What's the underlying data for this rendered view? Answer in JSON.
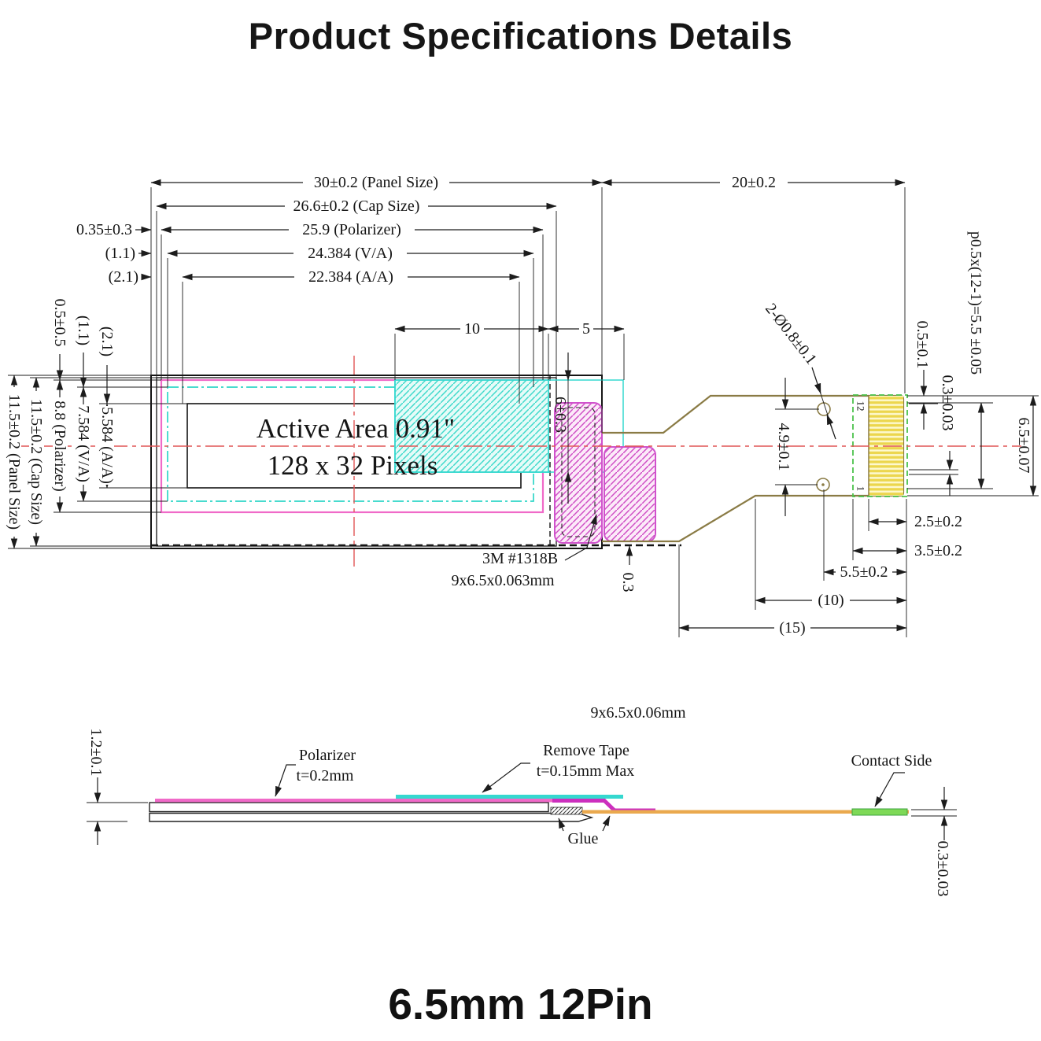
{
  "title": "Product Specifications Details",
  "footer": "6.5mm 12Pin",
  "colors": {
    "polarizer_pink": "#f06ac8",
    "tape_cyan": "#35d8cf",
    "tape_magenta": "#cf4ec5",
    "pin_yellow": "#ecd64d",
    "connector_green": "#4bc24b",
    "fpc_outline": "#8a7b45",
    "fpc_orange": "#eaa94e",
    "contact_green": "#7ed957",
    "centerline_red": "#e05555"
  },
  "top_view": {
    "dim_panel_w": "30±0.2 (Panel Size)",
    "dim_fpc_w": "20±0.2",
    "dim_cap_w": "26.6±0.2 (Cap Size)",
    "dim_pol_w": "25.9 (Polarizer)",
    "dim_va_w": "24.384 (V/A)",
    "dim_aa_w": "22.384 (A/A)",
    "off_cap": "0.35±0.3",
    "off_va": "(1.1)",
    "off_aa": "(2.1)",
    "dim_tape_w": "10",
    "dim_tape_w2": "5",
    "dim_panel_h": "11.5±0.2 (Panel Size)",
    "dim_cap_h": "11.5±0.2 (Cap Size)",
    "dim_pol_h": "8.8 (Polarizer)",
    "dim_va_h": "7.584 (V/A)",
    "dim_aa_h": "5.584 (A/A)",
    "off_pol_v": "0.5±0.5",
    "off_va_v": "(1.1)",
    "off_aa_v": "(2.1)",
    "active_line1": "Active Area 0.91\"",
    "active_line2": "128 x 32 Pixels",
    "dim_tape_h": "6±0.3",
    "note_3m_1": "3M #1318B",
    "note_3m_2": "9x6.5x0.063mm",
    "dim_seal": "0.3",
    "dim_holes": "2-Ø0.8±0.1",
    "dim_hole_pitch": "4.9±0.1",
    "pin_top": "12",
    "pin_bottom": "1",
    "dim_pin_offset": "0.5±0.1",
    "dim_pin_pitch": "p0.5x(12-1)=5.5 ±0.05",
    "dim_pin_t": "0.3±0.03",
    "dim_fpc_h": "6.5±0.07",
    "dim_pin_w": "2.5±0.2",
    "dim_contact_w": "3.5±0.2",
    "dim_hole_edge": "5.5±0.2",
    "dim_10": "(10)",
    "dim_15": "(15)"
  },
  "section_view": {
    "tape_size": "9x6.5x0.06mm",
    "dim_thickness": "1.2±0.1",
    "label_pol_1": "Polarizer",
    "label_pol_2": "t=0.2mm",
    "label_tape_1": "Remove Tape",
    "label_tape_2": "t=0.15mm Max",
    "label_contact": "Contact Side",
    "label_glue": "Glue",
    "dim_fpc_t": "0.3±0.03"
  }
}
